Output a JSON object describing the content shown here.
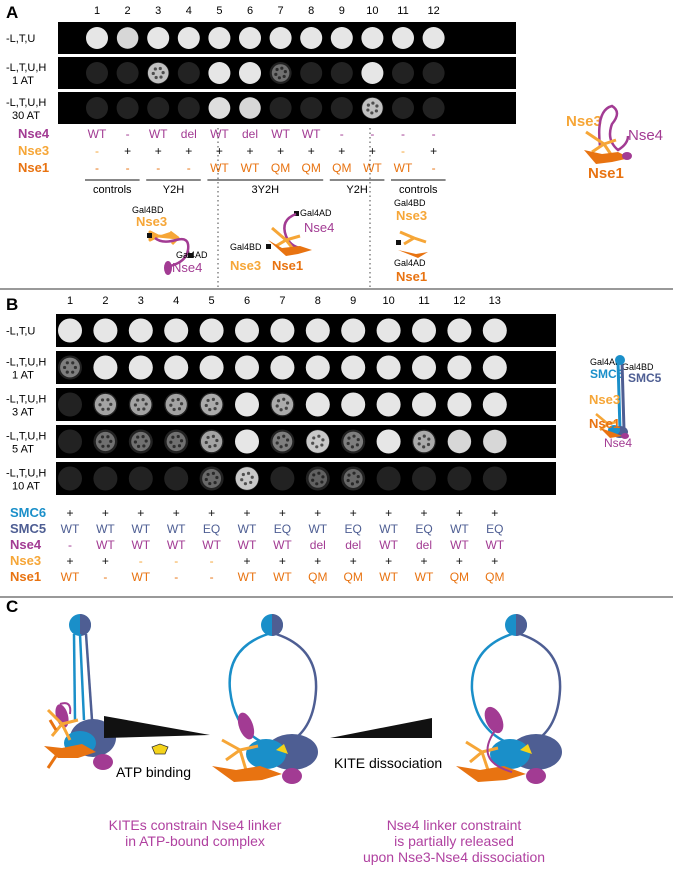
{
  "colors": {
    "nse4": "#a23b93",
    "nse3": "#f6a637",
    "nse1": "#e87311",
    "smc6": "#1a8fc9",
    "smc5": "#4e5e93",
    "atp": "#f4d31a",
    "caption": "#b041a0",
    "spot": "#e6e6e6",
    "plate": "#000000"
  },
  "panelA": {
    "label": "A",
    "lanes": [
      "1",
      "2",
      "3",
      "4",
      "5",
      "6",
      "7",
      "8",
      "9",
      "10",
      "11",
      "12"
    ],
    "rows": [
      {
        "l1": "-L,T,U",
        "l2": ""
      },
      {
        "l1": "-L,T,U,H",
        "l2": "1 AT"
      },
      {
        "l1": "-L,T,U,H",
        "l2": "30 AT"
      }
    ],
    "growth": [
      [
        1,
        0.9,
        1,
        1,
        1,
        1,
        1,
        1,
        1,
        1,
        1,
        1
      ],
      [
        0,
        0,
        0.75,
        0,
        1,
        1,
        0.2,
        0,
        0,
        1,
        0,
        0
      ],
      [
        0,
        0,
        0,
        0,
        0.95,
        0.9,
        0,
        0,
        0,
        0.75,
        0,
        0
      ]
    ],
    "genotypes": {
      "nse4": {
        "label": "Nse4",
        "values": [
          "WT",
          "-",
          "WT",
          "del",
          "WT",
          "del",
          "WT",
          "WT",
          "-",
          "-",
          "-",
          "-"
        ]
      },
      "nse3": {
        "label": "Nse3",
        "values": [
          "-",
          "+",
          "+",
          "+",
          "+",
          "+",
          "+",
          "+",
          "+",
          "+",
          "-",
          "+"
        ]
      },
      "nse1": {
        "label": "Nse1",
        "values": [
          "-",
          "-",
          "-",
          "-",
          "WT",
          "WT",
          "QM",
          "QM",
          "QM",
          "WT",
          "WT",
          "-"
        ]
      }
    },
    "groups": [
      "controls",
      "Y2H",
      "3Y2H",
      "Y2H",
      "controls"
    ],
    "cartoon_labels": {
      "gal4bd": "Gal4BD",
      "gal4ad": "Gal4AD",
      "nse3": "Nse3",
      "nse4": "Nse4",
      "nse1": "Nse1"
    }
  },
  "panelB": {
    "label": "B",
    "lanes": [
      "1",
      "2",
      "3",
      "4",
      "5",
      "6",
      "7",
      "8",
      "9",
      "10",
      "11",
      "12",
      "13"
    ],
    "rows": [
      {
        "l1": "-L,T,U",
        "l2": ""
      },
      {
        "l1": "-L,T,U,H",
        "l2": "1 AT"
      },
      {
        "l1": "-L,T,U,H",
        "l2": "3 AT"
      },
      {
        "l1": "-L,T,U,H",
        "l2": "5 AT"
      },
      {
        "l1": "-L,T,U,H",
        "l2": "10 AT"
      }
    ],
    "growth": [
      [
        1,
        1,
        1,
        1,
        1,
        1,
        1,
        1,
        1,
        1,
        1,
        1,
        1
      ],
      [
        0.3,
        1,
        1,
        1,
        1,
        1,
        1,
        1,
        1,
        1,
        1,
        1,
        1
      ],
      [
        0,
        0.55,
        0.55,
        0.55,
        0.6,
        1,
        0.6,
        1,
        1,
        1,
        1,
        1,
        1
      ],
      [
        0,
        0.2,
        0.2,
        0.2,
        0.55,
        1,
        0.3,
        0.8,
        0.3,
        1,
        0.6,
        0.9,
        0.9
      ],
      [
        0,
        0,
        0,
        0,
        0.15,
        0.8,
        0,
        0.1,
        0.15,
        0,
        0,
        0,
        0
      ]
    ],
    "genotypes": {
      "smc6": {
        "label": "SMC6",
        "values": [
          "+",
          "+",
          "+",
          "+",
          "+",
          "+",
          "+",
          "+",
          "+",
          "+",
          "+",
          "+",
          "+"
        ]
      },
      "smc5": {
        "label": "SMC5",
        "values": [
          "WT",
          "WT",
          "WT",
          "WT",
          "EQ",
          "WT",
          "EQ",
          "WT",
          "EQ",
          "WT",
          "EQ",
          "WT",
          "EQ"
        ]
      },
      "nse4": {
        "label": "Nse4",
        "values": [
          "-",
          "WT",
          "WT",
          "WT",
          "WT",
          "WT",
          "WT",
          "del",
          "del",
          "WT",
          "del",
          "WT",
          "WT"
        ]
      },
      "nse3": {
        "label": "Nse3",
        "values": [
          "+",
          "+",
          "-",
          "-",
          "-",
          "+",
          "+",
          "+",
          "+",
          "+",
          "+",
          "+",
          "+"
        ]
      },
      "nse1": {
        "label": "Nse1",
        "values": [
          "WT",
          "-",
          "WT",
          "-",
          "-",
          "WT",
          "WT",
          "QM",
          "QM",
          "WT",
          "WT",
          "QM",
          "QM"
        ]
      }
    },
    "cartoon_labels": {
      "gal4ad": "Gal4AD",
      "gal4bd": "Gal4BD",
      "smc6": "SMC6",
      "smc5": "SMC5",
      "nse3": "Nse3",
      "nse1": "Nse1",
      "nse4": "Nse4"
    }
  },
  "panelC": {
    "label": "C",
    "arrow1": "ATP binding",
    "arrow2": "KITE dissociation",
    "caption1": [
      "KITEs constrain Nse4 linker",
      "in ATP-bound complex"
    ],
    "caption2": [
      "Nse4 linker constraint",
      "is partially released",
      "upon Nse3-Nse4 dissociation"
    ]
  }
}
